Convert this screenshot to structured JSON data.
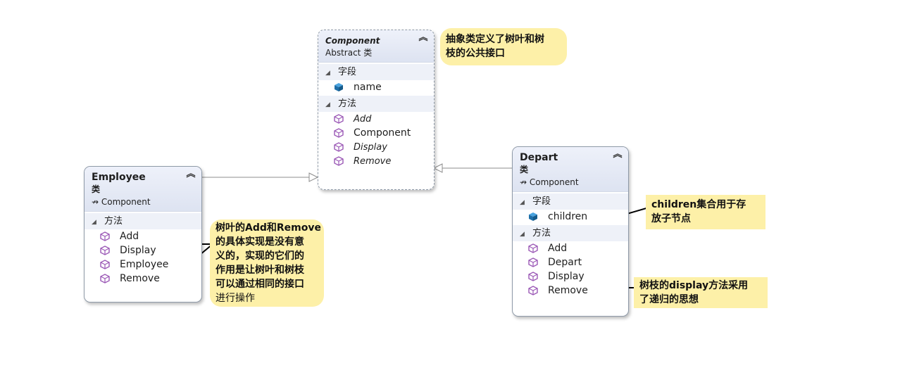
{
  "component": {
    "name": "Component",
    "kind": "Abstract 类",
    "sections": {
      "fields": "字段",
      "methods": "方法"
    },
    "fields": [
      "name"
    ],
    "methods": [
      "Add",
      "Component",
      "Display",
      "Remove"
    ]
  },
  "employee": {
    "name": "Employee",
    "kind": "类",
    "base": "Component",
    "sections": {
      "methods": "方法"
    },
    "methods": [
      "Add",
      "Display",
      "Employee",
      "Remove"
    ]
  },
  "depart": {
    "name": "Depart",
    "kind": "类",
    "base": "Component",
    "sections": {
      "fields": "字段",
      "methods": "方法"
    },
    "fields": [
      "children"
    ],
    "methods": [
      "Add",
      "Depart",
      "Display",
      "Remove"
    ]
  },
  "notes": {
    "component": [
      "抽象类定义了树叶和树",
      "枝的公共接口"
    ],
    "employee": [
      "树叶的Add和Remove",
      "的具体实现是没有意",
      "义的，实现的它们的",
      "作用是让树叶和树枝",
      "可以通过相同的接口",
      "进行操作"
    ],
    "children": [
      "children集合用于存",
      "放子节点"
    ],
    "display": [
      "树枝的display方法采用",
      "了递归的思想"
    ]
  },
  "colors": {
    "note_fill": "#fdf0a8",
    "header_fill": "#dde3f1",
    "section_fill": "#eef1f8",
    "connector": "#8c8c8c",
    "method_icon": "#9b59b6",
    "field_icon": "#1f6fa8"
  },
  "icons": {
    "collapse": "double-chevron-up-icon",
    "method": "method-cube-icon",
    "field": "field-cube-icon",
    "inherit": "inheritance-arrow-icon"
  }
}
